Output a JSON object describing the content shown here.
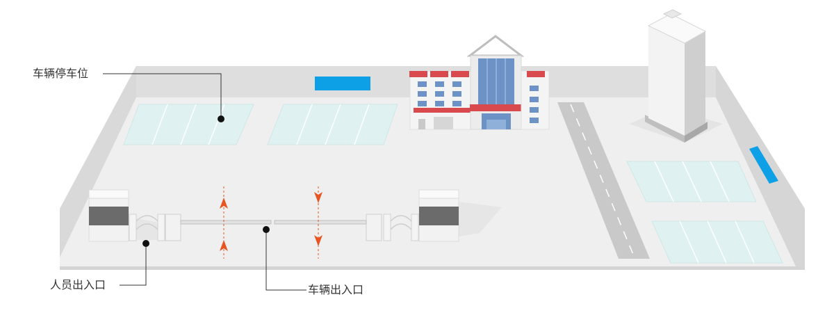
{
  "labels": {
    "parking": "车辆停车位",
    "pedestrian_entrance": "人员出入口",
    "vehicle_entrance": "车辆出入口"
  },
  "colors": {
    "ground": "#efefef",
    "wall": "#dcdcdc",
    "parking_fill": "#dff1f1",
    "sign_blue": "#0ea0e6",
    "arrow": "#e8541f",
    "leader": "#333333"
  }
}
